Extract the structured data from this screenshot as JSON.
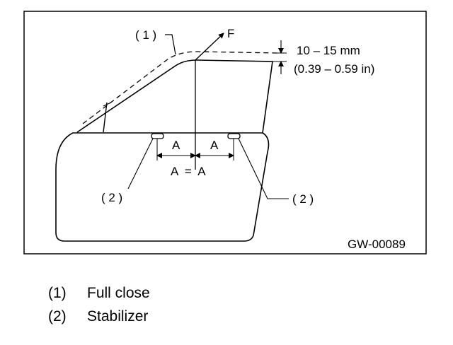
{
  "figure": {
    "callouts": {
      "full_close": "( 1 )",
      "force": "F",
      "gap_mm": "10 – 15 mm",
      "gap_in": "(0.39 – 0.59 in)",
      "stabilizer_left": "( 2 )",
      "stabilizer_right": "( 2 )",
      "dist_left": "A",
      "dist_right": "A",
      "equation": "A  =  A"
    },
    "code": "GW-00089"
  },
  "legend": [
    {
      "number": "(1)",
      "text": "Full close"
    },
    {
      "number": "(2)",
      "text": "Stabilizer"
    }
  ]
}
